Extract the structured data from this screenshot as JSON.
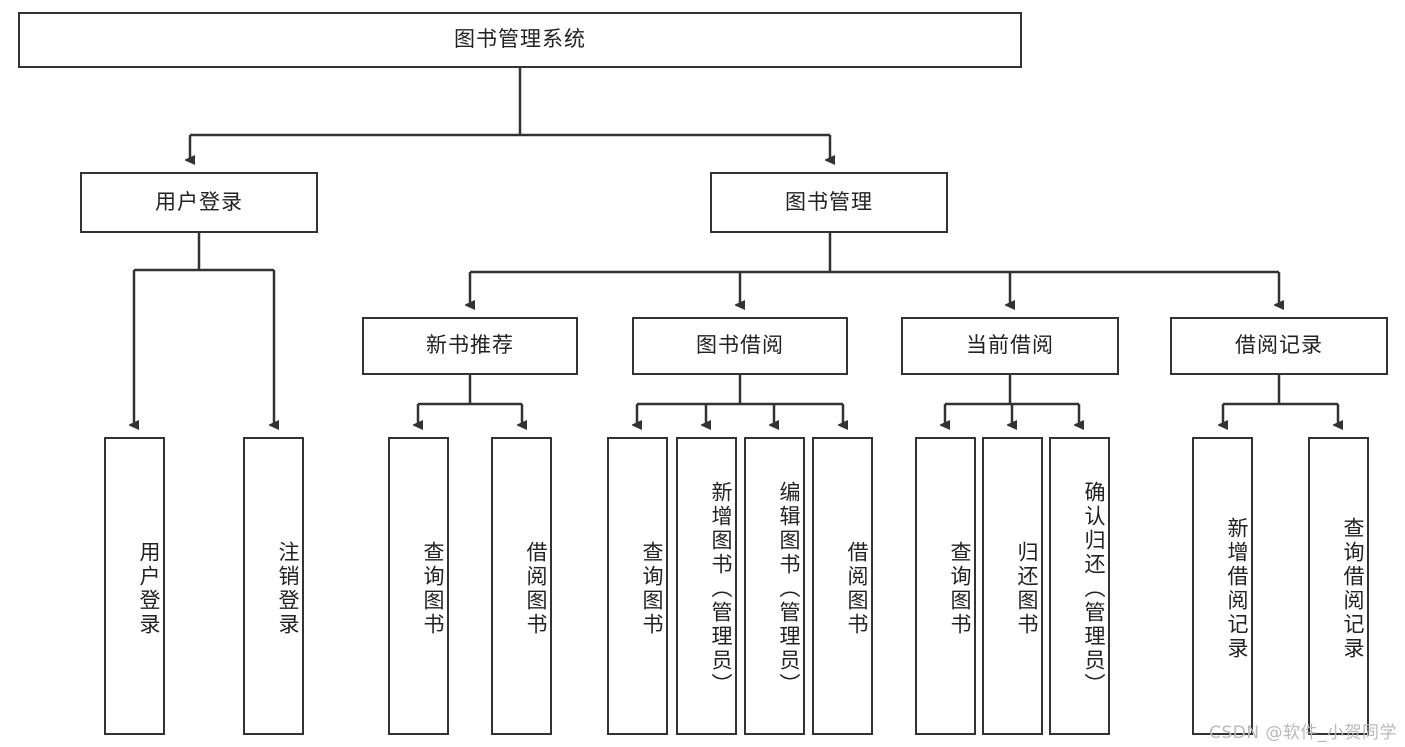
{
  "diagram": {
    "title": "图书管理系统",
    "watermark": "CSDN @软件_小贺同学",
    "colors": {
      "stroke": "#333333",
      "background": "#ffffff",
      "text": "#222222",
      "watermark": "#b9b9b9"
    },
    "levels": {
      "root": {
        "label": "图书管理系统"
      },
      "level2": [
        {
          "id": "user-login",
          "label": "用户登录"
        },
        {
          "id": "book-management",
          "label": "图书管理"
        }
      ],
      "level3": [
        {
          "id": "new-book-recommend",
          "label": "新书推荐"
        },
        {
          "id": "book-borrow",
          "label": "图书借阅"
        },
        {
          "id": "current-borrow",
          "label": "当前借阅"
        },
        {
          "id": "borrow-record",
          "label": "借阅记录"
        }
      ],
      "leaves": {
        "user_login": [
          {
            "id": "leaf-user-login",
            "label": "用户登录"
          },
          {
            "id": "leaf-logout",
            "label": "注销登录"
          }
        ],
        "new_book_recommend": [
          {
            "id": "leaf-query-book-1",
            "label": "查询图书"
          },
          {
            "id": "leaf-borrow-book-1",
            "label": "借阅图书"
          }
        ],
        "book_borrow": [
          {
            "id": "leaf-query-book-2",
            "label": "查询图书"
          },
          {
            "id": "leaf-add-book",
            "label": "新增图书（管理员）"
          },
          {
            "id": "leaf-edit-book",
            "label": "编辑图书（管理员）"
          },
          {
            "id": "leaf-borrow-book-2",
            "label": "借阅图书"
          }
        ],
        "current_borrow": [
          {
            "id": "leaf-query-book-3",
            "label": "查询图书"
          },
          {
            "id": "leaf-return-book",
            "label": "归还图书"
          },
          {
            "id": "leaf-confirm-return",
            "label": "确认归还（管理员）"
          }
        ],
        "borrow_record": [
          {
            "id": "leaf-add-record",
            "label": "新增借阅记录"
          },
          {
            "id": "leaf-query-record",
            "label": "查询借阅记录"
          }
        ]
      }
    }
  }
}
